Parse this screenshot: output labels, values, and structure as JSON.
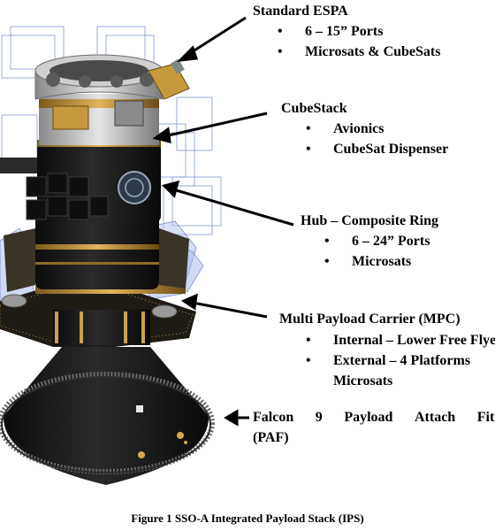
{
  "labels": {
    "espa": {
      "title": "Standard ESPA",
      "bullets": [
        "6 – 15” Ports",
        "Microsats & CubeSats"
      ]
    },
    "cubestack": {
      "title": "CubeStack",
      "bullets": [
        "Avionics",
        "CubeSat Dispenser"
      ]
    },
    "hub": {
      "title": "Hub – Composite Ring",
      "bullets": [
        "6 – 24” Ports",
        "Microsats"
      ]
    },
    "mpc": {
      "title": "Multi Payload Carrier (MPC)",
      "bullets": [
        "Internal – Lower Free Flyer",
        "External – 4 Platforms",
        "Microsats"
      ]
    },
    "paf": {
      "words": [
        "Falcon",
        "9",
        "Payload",
        "Attach",
        "Fitting"
      ],
      "line2": "(PAF)"
    }
  },
  "bullet_glyph": "•",
  "caption": "Figure 1 SSO-A Integrated Payload Stack (IPS)"
}
